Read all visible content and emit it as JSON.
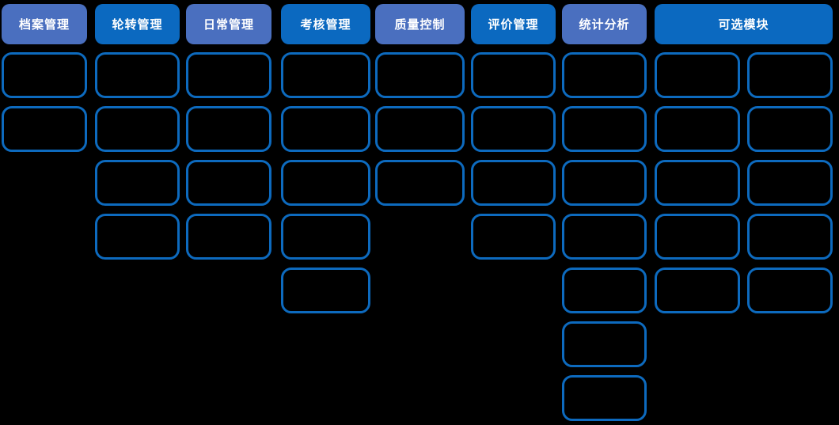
{
  "diagram": {
    "name": "system-module-map",
    "background": "#000000",
    "modules": [
      {
        "label": "档案管理",
        "key": "archive-management",
        "variant": "light",
        "columns": [
          [
            1,
            2
          ]
        ]
      },
      {
        "label": "轮转管理",
        "key": "rotation-management",
        "variant": "bright",
        "columns": [
          [
            1,
            2,
            3,
            4
          ]
        ]
      },
      {
        "label": "日常管理",
        "key": "daily-management",
        "variant": "light",
        "columns": [
          [
            1,
            2,
            3,
            4
          ]
        ]
      },
      {
        "label": "考核管理",
        "key": "assessment-management",
        "variant": "bright",
        "columns": [
          [
            1,
            2,
            3,
            4,
            5
          ]
        ]
      },
      {
        "label": "质量控制",
        "key": "quality-control",
        "variant": "light",
        "columns": [
          [
            1,
            2,
            3
          ]
        ]
      },
      {
        "label": "评价管理",
        "key": "evaluation-management",
        "variant": "bright",
        "columns": [
          [
            1,
            2,
            3,
            4
          ]
        ]
      },
      {
        "label": "统计分析",
        "key": "statistical-analysis",
        "variant": "light",
        "columns": [
          [
            1,
            2,
            3,
            4,
            5,
            6,
            7
          ]
        ]
      },
      {
        "label": "可选模块",
        "key": "optional-modules",
        "variant": "bright",
        "columns": [
          [
            1,
            2,
            3,
            4,
            5
          ],
          [
            1,
            2,
            3,
            4,
            5
          ]
        ]
      }
    ]
  },
  "colors": {
    "background": "#000000",
    "header_light_bg": "#4a6fbf",
    "header_bright_bg": "#0b69c0",
    "header_text": "#ffffff",
    "box_border": "#0d6abe"
  }
}
